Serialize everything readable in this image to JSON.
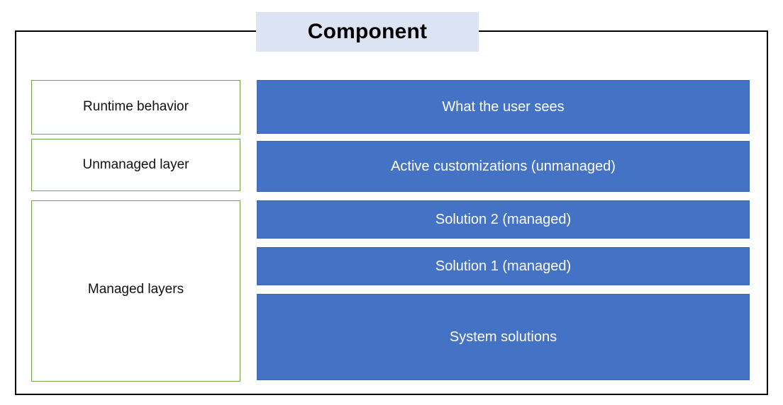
{
  "diagram": {
    "title": "Component",
    "title_background_color": "#DCE3F3",
    "frame_border_color": "#000000",
    "left_column": {
      "border_color": "#6FA443",
      "fill_color": "#FFFFFF",
      "boxes": [
        {
          "label": "Runtime behavior"
        },
        {
          "label": "Unmanaged layer"
        },
        {
          "label": "Managed layers"
        }
      ]
    },
    "right_column": {
      "fill_color": "#4472C4",
      "text_color": "#FFFFFF",
      "bars": [
        {
          "label": "What the user sees"
        },
        {
          "label": "Active customizations (unmanaged)"
        },
        {
          "label": "Solution 2 (managed)"
        },
        {
          "label": "Solution 1 (managed)"
        },
        {
          "label": "System solutions"
        }
      ]
    }
  }
}
